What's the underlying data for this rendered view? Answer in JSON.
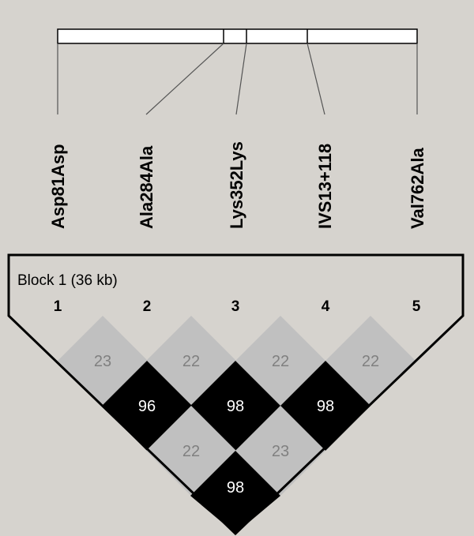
{
  "snps": [
    {
      "label": "Asp81Asp",
      "number": "1"
    },
    {
      "label": "Ala284Ala",
      "number": "2"
    },
    {
      "label": "Lys352Lys",
      "number": "3"
    },
    {
      "label": "IVS13+118",
      "number": "4"
    },
    {
      "label": "Val762Ala",
      "number": "5"
    }
  ],
  "block": {
    "title": "Block 1 (36 kb)"
  },
  "ld_values": [
    {
      "pair": "1-2",
      "value": "23",
      "shade": "gray"
    },
    {
      "pair": "2-3",
      "value": "22",
      "shade": "gray"
    },
    {
      "pair": "3-4",
      "value": "22",
      "shade": "gray"
    },
    {
      "pair": "4-5",
      "value": "22",
      "shade": "gray"
    },
    {
      "pair": "1-3",
      "value": "96",
      "shade": "black"
    },
    {
      "pair": "2-4",
      "value": "98",
      "shade": "black"
    },
    {
      "pair": "3-5",
      "value": "98",
      "shade": "black"
    },
    {
      "pair": "1-4",
      "value": "22",
      "shade": "gray"
    },
    {
      "pair": "2-5",
      "value": "23",
      "shade": "gray"
    },
    {
      "pair": "1-5",
      "value": "98",
      "shade": "black"
    }
  ],
  "colors": {
    "background": "#d6d3ce",
    "gray_cell": "#c0c0c0",
    "black_cell": "#000000",
    "gray_text": "#808080",
    "black_text": "#ffffff"
  }
}
